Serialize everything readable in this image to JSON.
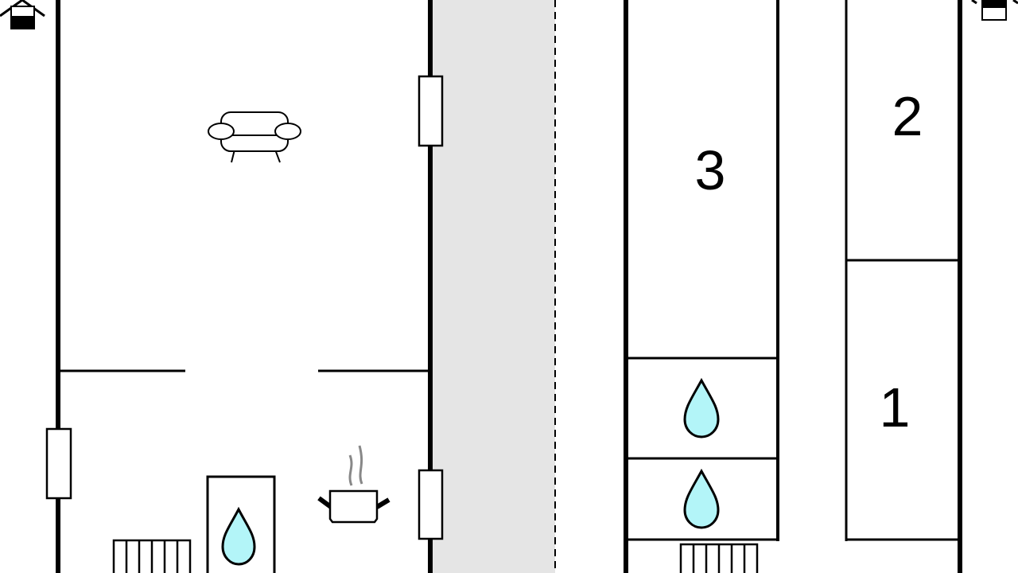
{
  "floorplan": {
    "rooms": [
      {
        "label": "3"
      },
      {
        "label": "2"
      },
      {
        "label": "1"
      }
    ],
    "icons": [
      "house-icon",
      "house-icon",
      "sofa-icon",
      "cooking-pot-icon",
      "water-drop-icon",
      "radiator-icon",
      "window-icon"
    ],
    "colors": {
      "corridor": "#e5e5e5",
      "water": "#b3f5f8",
      "wall": "#000000"
    }
  }
}
